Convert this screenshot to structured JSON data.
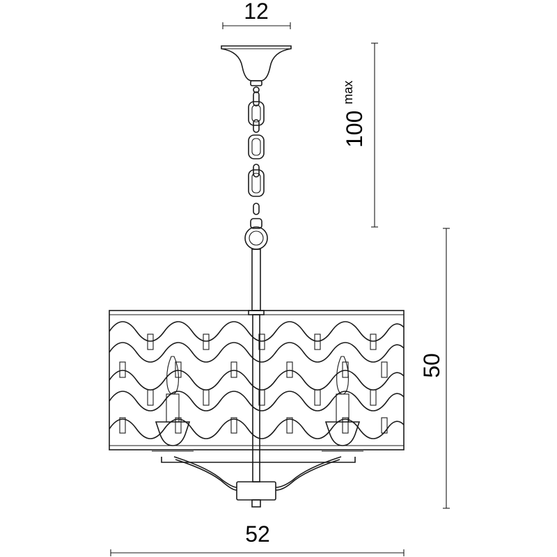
{
  "dimensions": {
    "canopy_width": "12",
    "chain_length": "100",
    "chain_length_suffix": "max",
    "total_height": "50",
    "shade_width": "52"
  },
  "colors": {
    "line": "#1a1a1a",
    "text": "#000000",
    "background": "#ffffff"
  }
}
